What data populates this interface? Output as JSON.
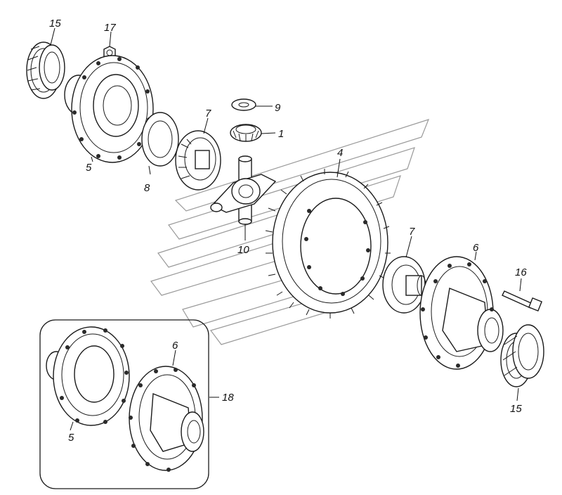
{
  "diagram": {
    "kind": "exploded-parts-view",
    "line_color": "#1a1a1a",
    "watermark_color": "#9a9a9a",
    "callouts": [
      {
        "id": "c15a",
        "text": "15"
      },
      {
        "id": "c17",
        "text": "17"
      },
      {
        "id": "c5a",
        "text": "5"
      },
      {
        "id": "c8",
        "text": "8"
      },
      {
        "id": "c7a",
        "text": "7"
      },
      {
        "id": "c9",
        "text": "9"
      },
      {
        "id": "c1",
        "text": "1"
      },
      {
        "id": "c10",
        "text": "10"
      },
      {
        "id": "c4",
        "text": "4"
      },
      {
        "id": "c7b",
        "text": "7"
      },
      {
        "id": "c6a",
        "text": "6"
      },
      {
        "id": "c16",
        "text": "16"
      },
      {
        "id": "c15b",
        "text": "15"
      },
      {
        "id": "c6b",
        "text": "6"
      },
      {
        "id": "c18",
        "text": "18"
      },
      {
        "id": "c5b",
        "text": "5"
      }
    ]
  }
}
